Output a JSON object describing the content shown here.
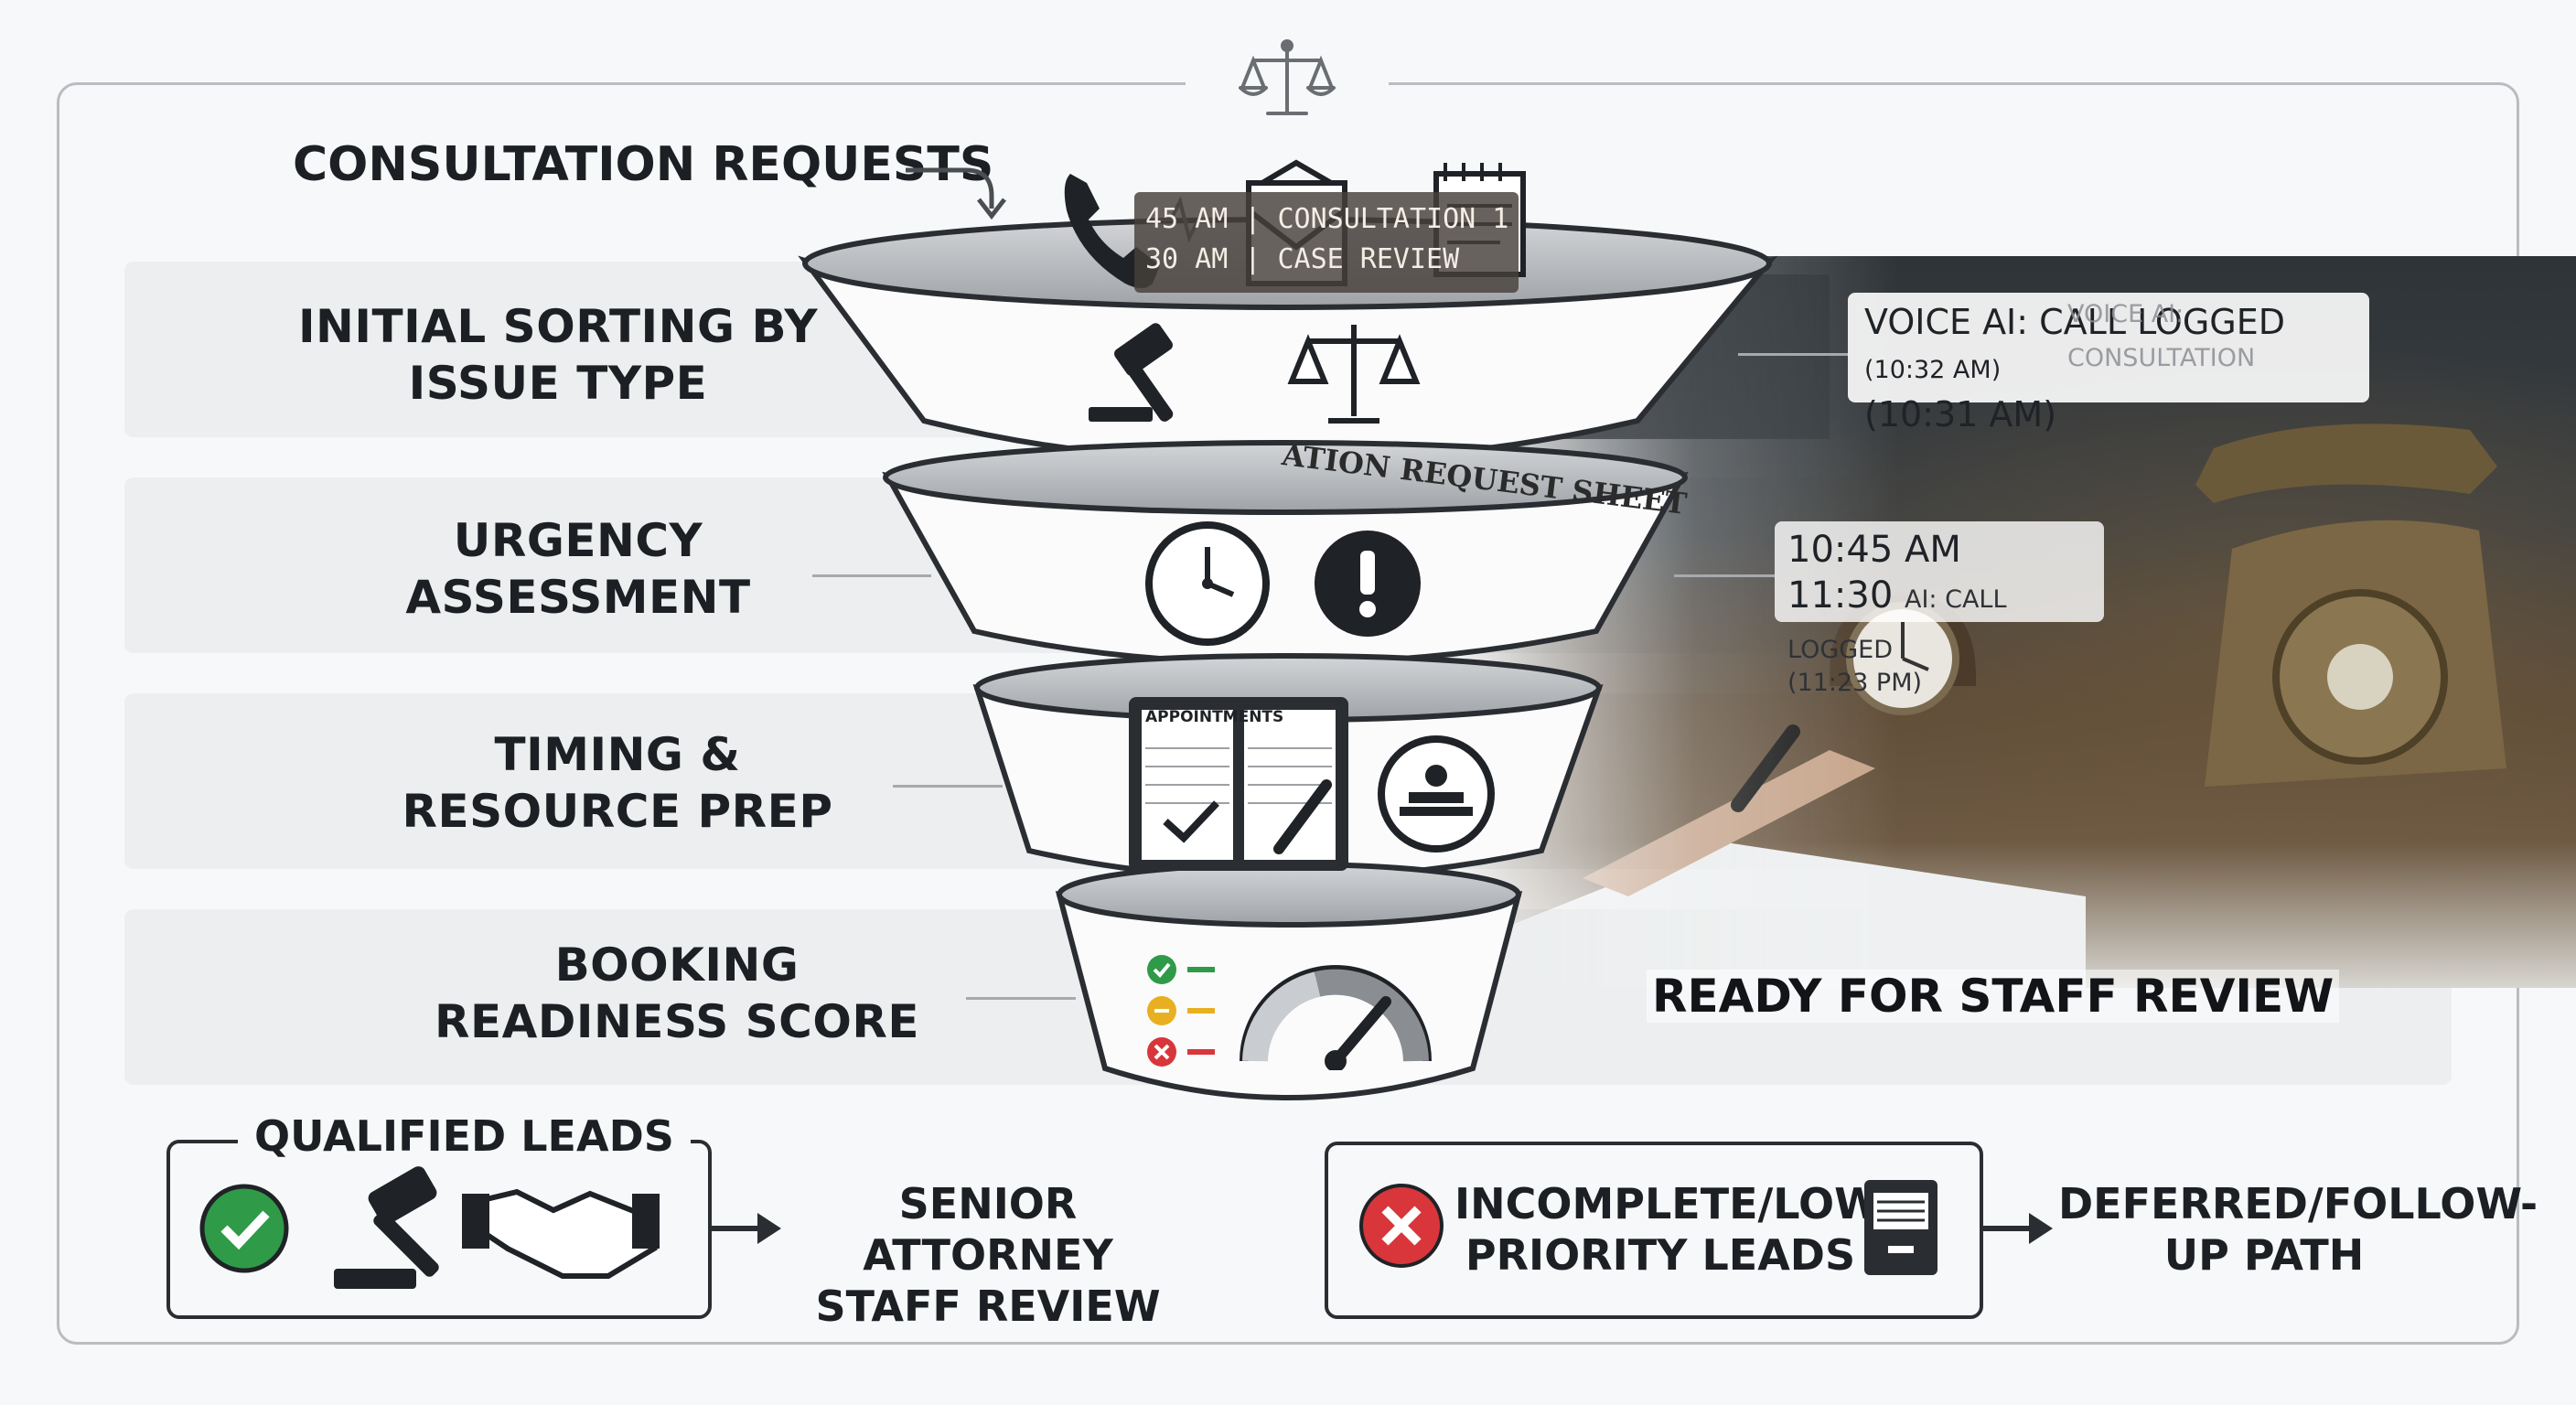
{
  "header_title": "CONSULTATION REQUESTS",
  "stages": [
    {
      "line1": "INITIAL SORTING BY",
      "line2": "ISSUE TYPE"
    },
    {
      "line1": "URGENCY",
      "line2": "ASSESSMENT"
    },
    {
      "line1": "TIMING &",
      "line2": "RESOURCE PREP"
    },
    {
      "line1": "BOOKING",
      "line2": "READINESS SCORE"
    }
  ],
  "intake_log": {
    "line1": "45 AM | CONSULTATION 1",
    "line2": "30 AM | CASE REVIEW"
  },
  "voice_callout": {
    "ghost": "VOICE AI: CONSULTATION",
    "ghost_time": "(10:32 AM)",
    "line1": "VOICE AI: CALL LOGGED",
    "line2": "(10:31 AM)"
  },
  "call_callout": {
    "time1": "10:45 AM",
    "time2": "11:30",
    "label": "AI: CALL LOGGED",
    "time3": "(11:23 PM)"
  },
  "sheet_title": "ATION REQUEST SHEET",
  "appointments_label": "APPOINTMENTS",
  "ready_label": "READY FOR STAFF REVIEW",
  "qualified": {
    "title": "QUALIFIED LEADS",
    "destination_line1": "SENIOR ATTORNEY",
    "destination_line2": "STAFF REVIEW"
  },
  "incomplete": {
    "label_line1": "INCOMPLETE/LOW-",
    "label_line2": "PRIORITY LEADS",
    "destination_line1": "DEFERRED/FOLLOW-",
    "destination_line2": "UP PATH"
  },
  "colors": {
    "check": "#2f9a48",
    "warn": "#e8b021",
    "error": "#d8363b",
    "ink": "#1f2226",
    "gray": "#6a6e73"
  }
}
